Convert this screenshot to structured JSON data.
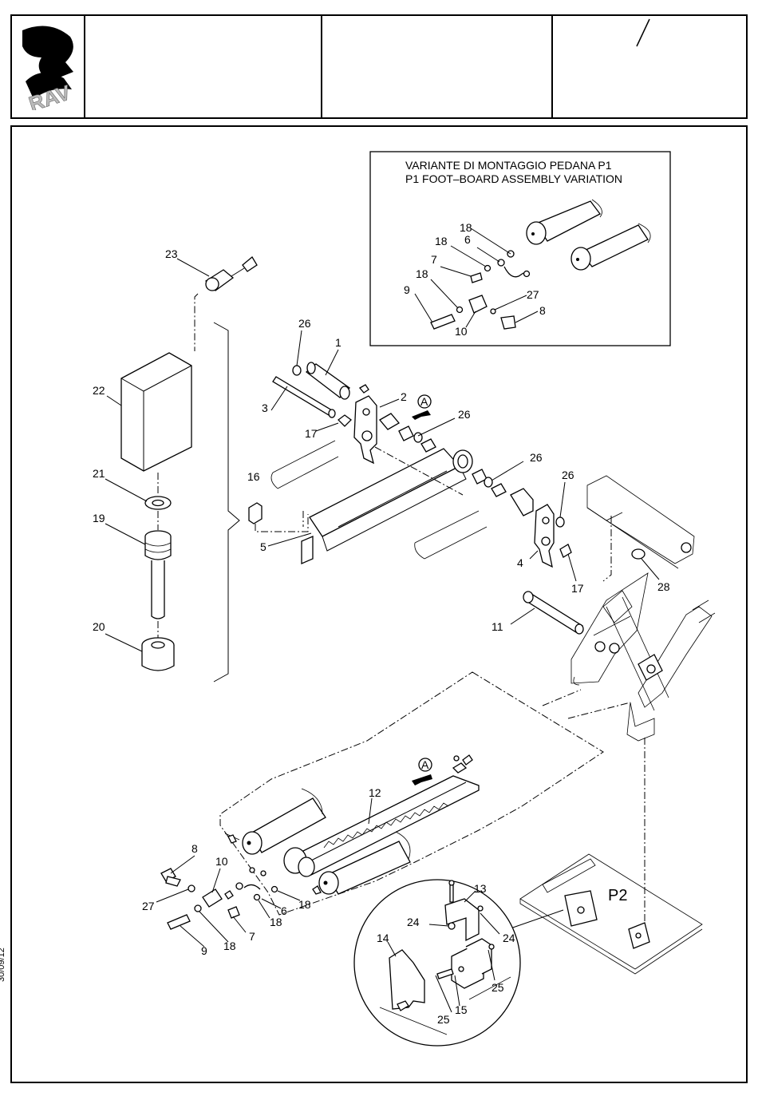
{
  "print_date": "30/09/12",
  "logo_text": "RAV",
  "inset": {
    "title_it": "VARIANTE DI MONTAGGIO PEDANA P1",
    "title_en": "P1 FOOT–BOARD ASSEMBLY VARIATION",
    "labels": [
      "18",
      "18",
      "6",
      "7",
      "18",
      "9",
      "10",
      "27",
      "8"
    ]
  },
  "detail_label": "P2",
  "arrow_ref": "A",
  "labels": [
    "23",
    "22",
    "21",
    "19",
    "20",
    "16",
    "26",
    "1",
    "3",
    "17",
    "2",
    "26",
    "26",
    "5",
    "26",
    "4",
    "17",
    "28",
    "11",
    "12",
    "8",
    "10",
    "27",
    "6",
    "18",
    "18",
    "7",
    "9",
    "18",
    "13",
    "24",
    "24",
    "14",
    "25",
    "15",
    "25"
  ]
}
